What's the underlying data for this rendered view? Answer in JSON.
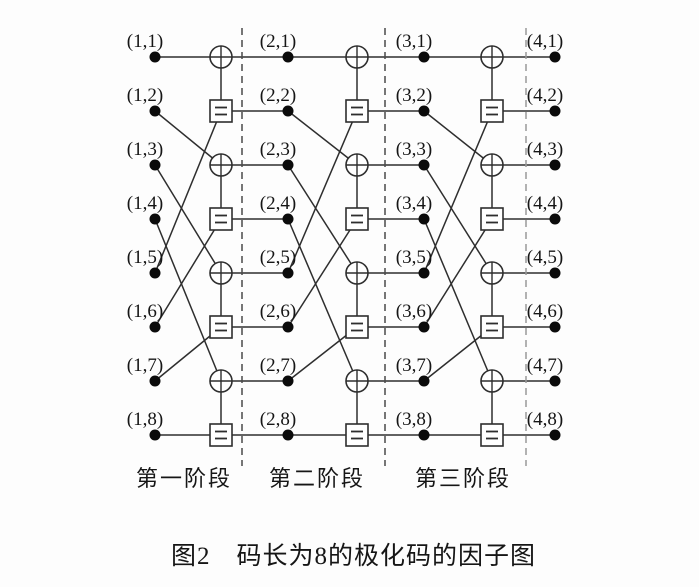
{
  "figure": {
    "type": "polar-code-factor-graph",
    "caption": "图2　码长为8的极化码的因子图",
    "code_length": "8",
    "node_glyphs": {
      "check": "⊕",
      "equality": "="
    },
    "colors": {
      "line": "#2e2e2e",
      "dot": "#0b0b0b",
      "text": "#161616",
      "background": "#fdfdfd",
      "dashed": [
        "#4a4a4a",
        "#4a4a4a",
        "#9a9a9a"
      ]
    },
    "columns": [
      {
        "name": "column-1",
        "labels": [
          "(1,1)",
          "(1,2)",
          "(1,3)",
          "(1,4)",
          "(1,5)",
          "(1,6)",
          "(1,7)",
          "(1,8)"
        ]
      },
      {
        "name": "column-2",
        "labels": [
          "(2,1)",
          "(2,2)",
          "(2,3)",
          "(2,4)",
          "(2,5)",
          "(2,6)",
          "(2,7)",
          "(2,8)"
        ]
      },
      {
        "name": "column-3",
        "labels": [
          "(3,1)",
          "(3,2)",
          "(3,3)",
          "(3,4)",
          "(3,5)",
          "(3,6)",
          "(3,7)",
          "(3,8)"
        ]
      },
      {
        "name": "column-4",
        "labels": [
          "(4,1)",
          "(4,2)",
          "(4,3)",
          "(4,4)",
          "(4,5)",
          "(4,6)",
          "(4,7)",
          "(4,8)"
        ]
      }
    ],
    "stages": [
      {
        "label": "第一阶段",
        "check_rows": [
          1,
          3,
          5,
          7
        ],
        "equality_rows": [
          2,
          4,
          6,
          8
        ],
        "inputs": [
          {
            "from_var": 1,
            "node": "check",
            "node_row": 1
          },
          {
            "from_var": 2,
            "node": "check",
            "node_row": 3
          },
          {
            "from_var": 3,
            "node": "check",
            "node_row": 5
          },
          {
            "from_var": 4,
            "node": "check",
            "node_row": 7
          },
          {
            "from_var": 5,
            "node": "equality",
            "node_row": 2
          },
          {
            "from_var": 6,
            "node": "equality",
            "node_row": 4
          },
          {
            "from_var": 7,
            "node": "equality",
            "node_row": 6
          },
          {
            "from_var": 8,
            "node": "equality",
            "node_row": 8
          }
        ],
        "outputs": [
          1,
          2,
          3,
          4,
          5,
          6,
          7,
          8
        ],
        "vertical_links": [
          [
            1,
            2
          ],
          [
            3,
            4
          ],
          [
            5,
            6
          ],
          [
            7,
            8
          ]
        ]
      },
      {
        "label": "第二阶段",
        "check_rows": [
          1,
          3,
          5,
          7
        ],
        "equality_rows": [
          2,
          4,
          6,
          8
        ],
        "inputs": [
          {
            "from_var": 1,
            "node": "check",
            "node_row": 1
          },
          {
            "from_var": 2,
            "node": "check",
            "node_row": 3
          },
          {
            "from_var": 3,
            "node": "check",
            "node_row": 5
          },
          {
            "from_var": 4,
            "node": "check",
            "node_row": 7
          },
          {
            "from_var": 5,
            "node": "equality",
            "node_row": 2
          },
          {
            "from_var": 6,
            "node": "equality",
            "node_row": 4
          },
          {
            "from_var": 7,
            "node": "equality",
            "node_row": 6
          },
          {
            "from_var": 8,
            "node": "equality",
            "node_row": 8
          }
        ],
        "outputs": [
          1,
          2,
          3,
          4,
          5,
          6,
          7,
          8
        ],
        "vertical_links": [
          [
            1,
            2
          ],
          [
            3,
            4
          ],
          [
            5,
            6
          ],
          [
            7,
            8
          ]
        ]
      },
      {
        "label": "第三阶段",
        "check_rows": [
          1,
          3,
          5,
          7
        ],
        "equality_rows": [
          2,
          4,
          6,
          8
        ],
        "inputs": [
          {
            "from_var": 1,
            "node": "check",
            "node_row": 1
          },
          {
            "from_var": 2,
            "node": "check",
            "node_row": 3
          },
          {
            "from_var": 3,
            "node": "check",
            "node_row": 5
          },
          {
            "from_var": 4,
            "node": "check",
            "node_row": 7
          },
          {
            "from_var": 5,
            "node": "equality",
            "node_row": 2
          },
          {
            "from_var": 6,
            "node": "equality",
            "node_row": 4
          },
          {
            "from_var": 7,
            "node": "equality",
            "node_row": 6
          },
          {
            "from_var": 8,
            "node": "equality",
            "node_row": 8
          }
        ],
        "outputs": [
          1,
          2,
          3,
          4,
          5,
          6,
          7,
          8
        ],
        "vertical_links": [
          [
            1,
            2
          ],
          [
            3,
            4
          ],
          [
            5,
            6
          ],
          [
            7,
            8
          ]
        ]
      }
    ]
  }
}
